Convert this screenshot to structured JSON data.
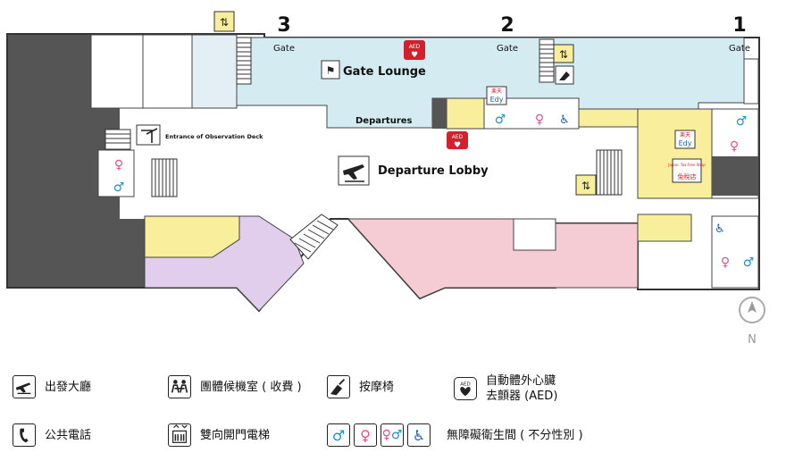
{
  "gates": [
    "3",
    "2",
    "1"
  ],
  "gate_label": "Gate",
  "areas": {
    "gate_lounge": "Gate Lounge",
    "departures": "Departures",
    "departure_lobby": "Departure Lobby",
    "observation_deck": "Entrance of Observation Deck"
  },
  "badges": {
    "aed": "AED",
    "edy_brand": "楽天",
    "edy": "Edy",
    "duty_free_en": "Japan. Tax-Free Shop",
    "duty_free_cn": "免稅店"
  },
  "compass": "N",
  "colors": {
    "lounge": "#d4ecf1",
    "lobby": "#ffffff",
    "wall_dark": "#555555",
    "shop_yellow": "#f8ee9c",
    "shop_pink": "#f5cbd4",
    "shop_purple": "#e1cdec",
    "aed_red": "#d3202a",
    "toilet_male": "#1c8fd0",
    "toilet_female": "#ea4d8c"
  },
  "legend": {
    "departure_hall": "出發大廳",
    "group_lounge": "團體候機室 ( 收費 )",
    "massage_chair": "按摩椅",
    "aed_line1": "自動體外心臟",
    "aed_line2": "去顫器 (AED)",
    "payphone": "公共電話",
    "elevator": "雙向開門電梯",
    "restrooms": "無障礙衛生間 ( 不分性別 )"
  }
}
